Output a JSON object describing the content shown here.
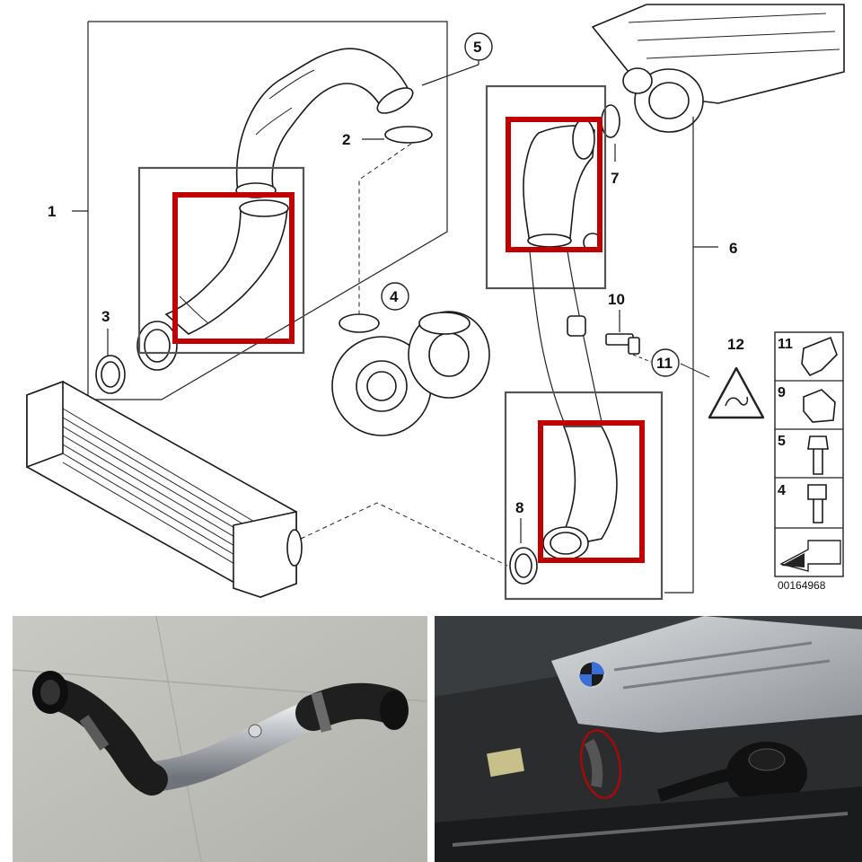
{
  "diagram": {
    "callouts": {
      "c1": "1",
      "c2": "2",
      "c3": "3",
      "c4": "4",
      "c5": "5",
      "c6": "6",
      "c7": "7",
      "c8": "8",
      "c10": "10",
      "c11": "11",
      "c12": "12"
    },
    "legend": {
      "rows": [
        "11",
        "9",
        "5",
        "4"
      ],
      "drawing_number": "00164968"
    },
    "colors": {
      "highlight": "#c00000",
      "box": "#555555"
    }
  },
  "photos": {
    "left": "hose-part-photo",
    "right": "engine-bay-photo"
  }
}
